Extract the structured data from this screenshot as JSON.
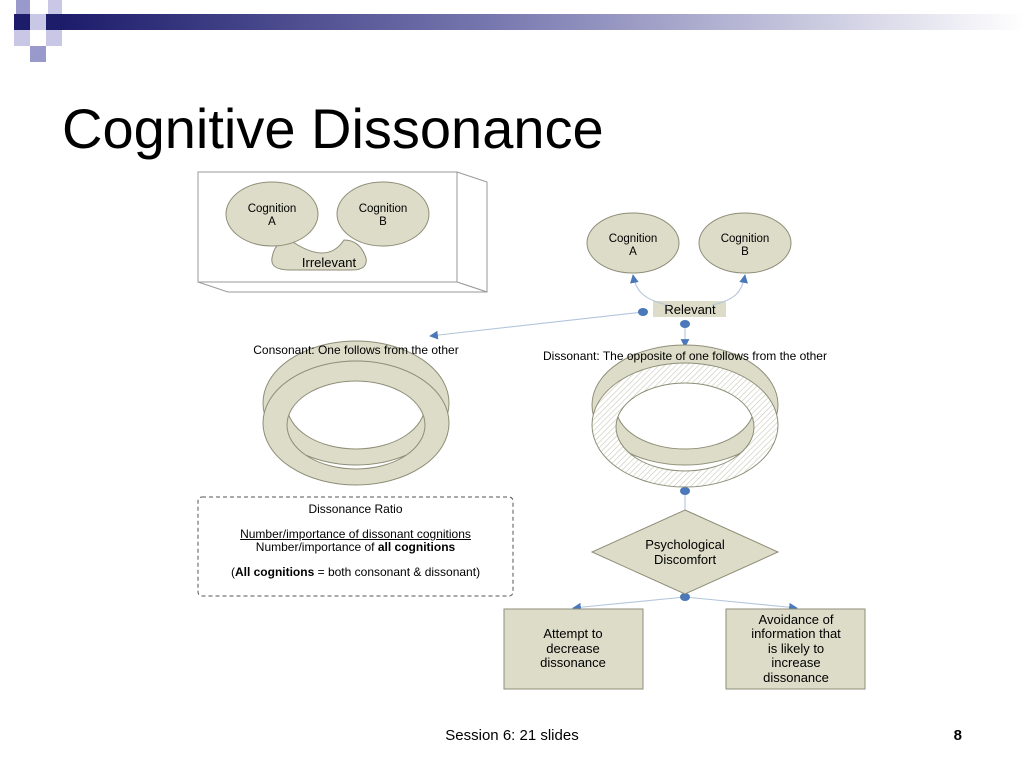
{
  "title": "Cognitive Dissonance",
  "irrelevant_group": {
    "cognition_a": [
      "Cognition",
      "A"
    ],
    "cognition_b": [
      "Cognition",
      "B"
    ],
    "label": "Irrelevant"
  },
  "relevant_group": {
    "cognition_a": [
      "Cognition",
      "A"
    ],
    "cognition_b": [
      "Cognition",
      "B"
    ],
    "label": "Relevant"
  },
  "consonant_label": "Consonant: One follows from the other",
  "dissonant_label": "Dissonant: The opposite of one follows from the other",
  "dissonance_ratio": {
    "heading": "Dissonance Ratio",
    "numerator": "Number/importance of dissonant cognitions",
    "denominator_prefix": "Number/importance of ",
    "denominator_bold": "all cognitions",
    "note_open": "(",
    "note_bold": "All cognitions",
    "note_rest": " = both consonant & dissonant)"
  },
  "psychological_discomfort": [
    "Psychological",
    "Discomfort"
  ],
  "outcome_left": [
    "Attempt to",
    "decrease",
    "dissonance"
  ],
  "outcome_right": [
    "Avoidance of",
    "information that",
    "is likely to",
    "increase",
    "dissonance"
  ],
  "footer": "Session 6: 21 slides",
  "slide_number": "8",
  "colors": {
    "header_navy": "#1c1c6b",
    "header_square": "#9999cc",
    "shape_fill": "#dcdcc8",
    "shape_stroke": "#8e8e78",
    "connector": "#b4c6dc",
    "arrowhead": "#4a78b8",
    "dot": "#4a78b8"
  },
  "icons": {
    "header": "checkered-squares-icon"
  }
}
